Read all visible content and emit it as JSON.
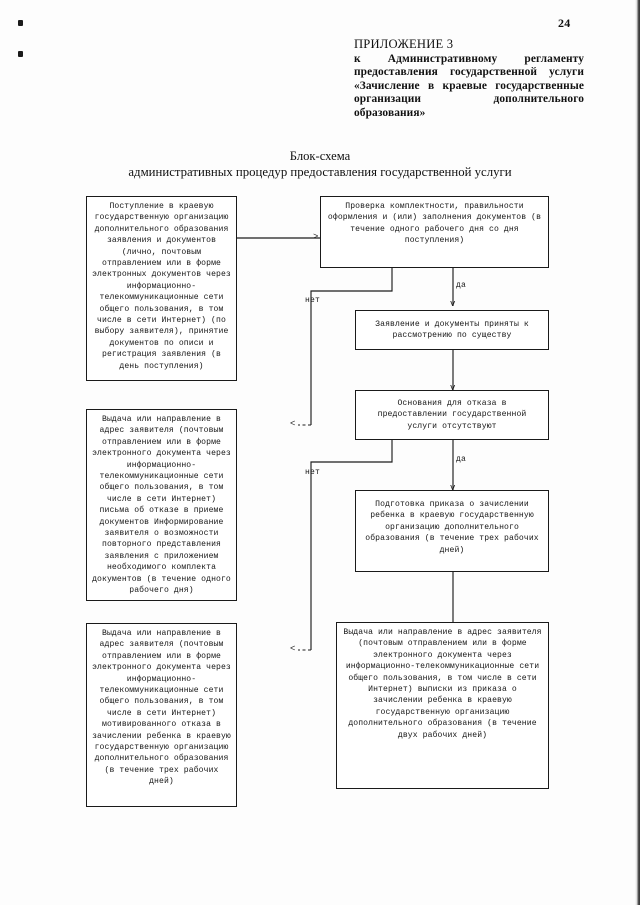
{
  "page": {
    "number": "24",
    "margin_dots": 2
  },
  "header": {
    "line1": "ПРИЛОЖЕНИЕ 3",
    "body": "к Административному регламенту предоставления государственной услуги «Зачисление в краевые государственные организации дополнительного образования»"
  },
  "title": {
    "line1": "Блок-схема",
    "line2": "административных процедур предоставления государственной услуги"
  },
  "flow": {
    "nodes": [
      {
        "id": "n1",
        "name": "node-application-intake",
        "text": "Поступление в краевую государственную организацию дополнительного образования заявления и документов (лично, почтовым отправлением или в форме электронных документов через информационно-телекоммуникационные сети общего пользования, в том числе в сети Интернет) (по выбору заявителя), принятие документов по описи и регистрация заявления (в день поступления)"
      },
      {
        "id": "n2",
        "name": "node-completeness-check",
        "text": "Проверка комплектности, правильности оформления и (или) заполнения документов (в течение одного рабочего дня со дня поступления)"
      },
      {
        "id": "n3",
        "name": "node-accepted-for-review",
        "text": "Заявление и документы приняты к рассмотрению по существу"
      },
      {
        "id": "n4",
        "name": "node-no-refusal-grounds",
        "text": "Основания для отказа в предоставлении государственной услуги отсутствуют"
      },
      {
        "id": "n5",
        "name": "node-refusal-to-accept-documents",
        "text": "Выдача или направление в адрес заявителя (почтовым отправлением или в форме электронного документа через информационно-телекоммуникационные сети общего пользования, в том числе в сети Интернет) письма об отказе в приеме документов Информирование заявителя о возможности повторного представления заявления с приложением необходимого комплекта документов (в течение одного рабочего дня)"
      },
      {
        "id": "n6",
        "name": "node-prepare-enrollment-order",
        "text": "Подготовка приказа о зачислении ребенка в краевую государственную организацию дополнительного образования (в течение трех рабочих дней)"
      },
      {
        "id": "n7",
        "name": "node-motivated-refusal",
        "text": "Выдача или направление в адрес заявителя (почтовым отправлением или в форме электронного документа через информационно-телекоммуникационные сети общего пользования, в том числе в сети Интернет) мотивированного отказа в зачислении ребенка в краевую государственную организацию дополнительного образования (в течение трех рабочих дней)"
      },
      {
        "id": "n8",
        "name": "node-issue-order-extract",
        "text": "Выдача или направление в адрес заявителя (почтовым отправлением или в форме электронного документа через информационно-телекоммуникационные сети общего пользования, в том числе в сети Интернет) выписки из приказа о зачислении ребенка в краевую государственную организацию дополнительного образования (в течение двух рабочих дней)"
      }
    ],
    "labels": {
      "yes_1": "да",
      "no_1": "нет",
      "yes_2": "да",
      "no_2": "нет"
    },
    "arrow_glyphs": {
      "right_1": ">",
      "down_1": "v",
      "down_2": "v",
      "down_3": "v",
      "left_1": "<",
      "left_2": "<"
    }
  }
}
